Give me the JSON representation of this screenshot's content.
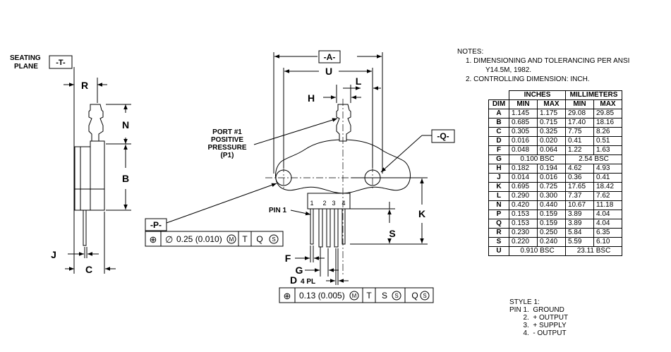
{
  "labels": {
    "seating_plane": [
      "SEATING",
      "PLANE"
    ],
    "datum_t": "-T-",
    "datum_a": "-A-",
    "datum_p": "-P-",
    "datum_q": "-Q-",
    "dim_u": "U",
    "dim_h": "H",
    "dim_l": "L",
    "dim_r": "R",
    "dim_n": "N",
    "dim_b": "B",
    "dim_j": "J",
    "dim_c": "C",
    "dim_k": "K",
    "dim_s": "S",
    "dim_f": "F",
    "dim_g": "G",
    "dim_d": "D",
    "d_count": "4 PL",
    "port": [
      "PORT #1",
      "POSITIVE",
      "PRESSURE",
      "(P1)"
    ],
    "pin1": "PIN 1",
    "pin_numbers": [
      "1",
      "2",
      "3",
      "4"
    ]
  },
  "tolerance_p": {
    "position_symbol": "⊕",
    "diameter_symbol": "∅",
    "value": "0.25 (0.010)",
    "modifier": "M",
    "datum1": "T",
    "datum2": "Q",
    "datum2_modifier": "S"
  },
  "tolerance_d": {
    "position_symbol": "⊕",
    "value": "0.13 (0.005)",
    "modifier": "M",
    "datum1": "T",
    "datum2": "S",
    "datum2_modifier": "S",
    "datum3": "Q",
    "datum3_modifier": "S"
  },
  "notes": {
    "heading": "NOTES:",
    "items": [
      "1.  DIMENSIONING AND TOLERANCING PER ANSI",
      "Y14.5M, 1982.",
      "2.  CONTROLLING DIMENSION: INCH."
    ]
  },
  "table": {
    "group_headers": [
      "INCHES",
      "MILLIMETERS"
    ],
    "col_headers": [
      "DIM",
      "MIN",
      "MAX",
      "MIN",
      "MAX"
    ],
    "rows": [
      [
        "A",
        "1.145",
        "1.175",
        "29.08",
        "29.85"
      ],
      [
        "B",
        "0.685",
        "0.715",
        "17.40",
        "18.16"
      ],
      [
        "C",
        "0.305",
        "0.325",
        "7.75",
        "8.26"
      ],
      [
        "D",
        "0.016",
        "0.020",
        "0.41",
        "0.51"
      ],
      [
        "F",
        "0.048",
        "0.064",
        "1.22",
        "1.63"
      ],
      [
        "G",
        "0.100 BSC",
        "",
        "2.54 BSC",
        ""
      ],
      [
        "H",
        "0.182",
        "0.194",
        "4.62",
        "4.93"
      ],
      [
        "J",
        "0.014",
        "0.016",
        "0.36",
        "0.41"
      ],
      [
        "K",
        "0.695",
        "0.725",
        "17.65",
        "18.42"
      ],
      [
        "L",
        "0.290",
        "0.300",
        "7.37",
        "7.62"
      ],
      [
        "N",
        "0.420",
        "0.440",
        "10.67",
        "11.18"
      ],
      [
        "P",
        "0.153",
        "0.159",
        "3.89",
        "4.04"
      ],
      [
        "Q",
        "0.153",
        "0.159",
        "3.89",
        "4.04"
      ],
      [
        "R",
        "0.230",
        "0.250",
        "5.84",
        "6.35"
      ],
      [
        "S",
        "0.220",
        "0.240",
        "5.59",
        "6.10"
      ],
      [
        "U",
        "0.910 BSC",
        "",
        "23.11 BSC",
        ""
      ]
    ]
  },
  "style": {
    "title": "STYLE 1:",
    "pins": [
      "PIN 1.  GROUND",
      "       2.  + OUTPUT",
      "       3.  + SUPPLY",
      "       4.  - OUTPUT"
    ]
  }
}
